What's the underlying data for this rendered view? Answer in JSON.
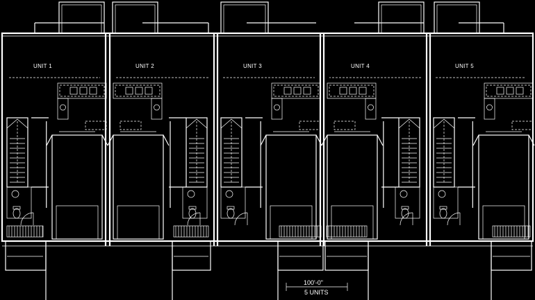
{
  "units": [
    {
      "label": "UNIT 1",
      "mirror": false
    },
    {
      "label": "UNIT 2",
      "mirror": true
    },
    {
      "label": "UNIT 3",
      "mirror": false
    },
    {
      "label": "UNIT 4",
      "mirror": true
    },
    {
      "label": "UNIT 5",
      "mirror": false
    }
  ],
  "dimension": {
    "width_label": "100'-0\"",
    "count_label": "5 UNITS"
  },
  "colors": {
    "background": "#000000",
    "linework": "#ffffff"
  }
}
